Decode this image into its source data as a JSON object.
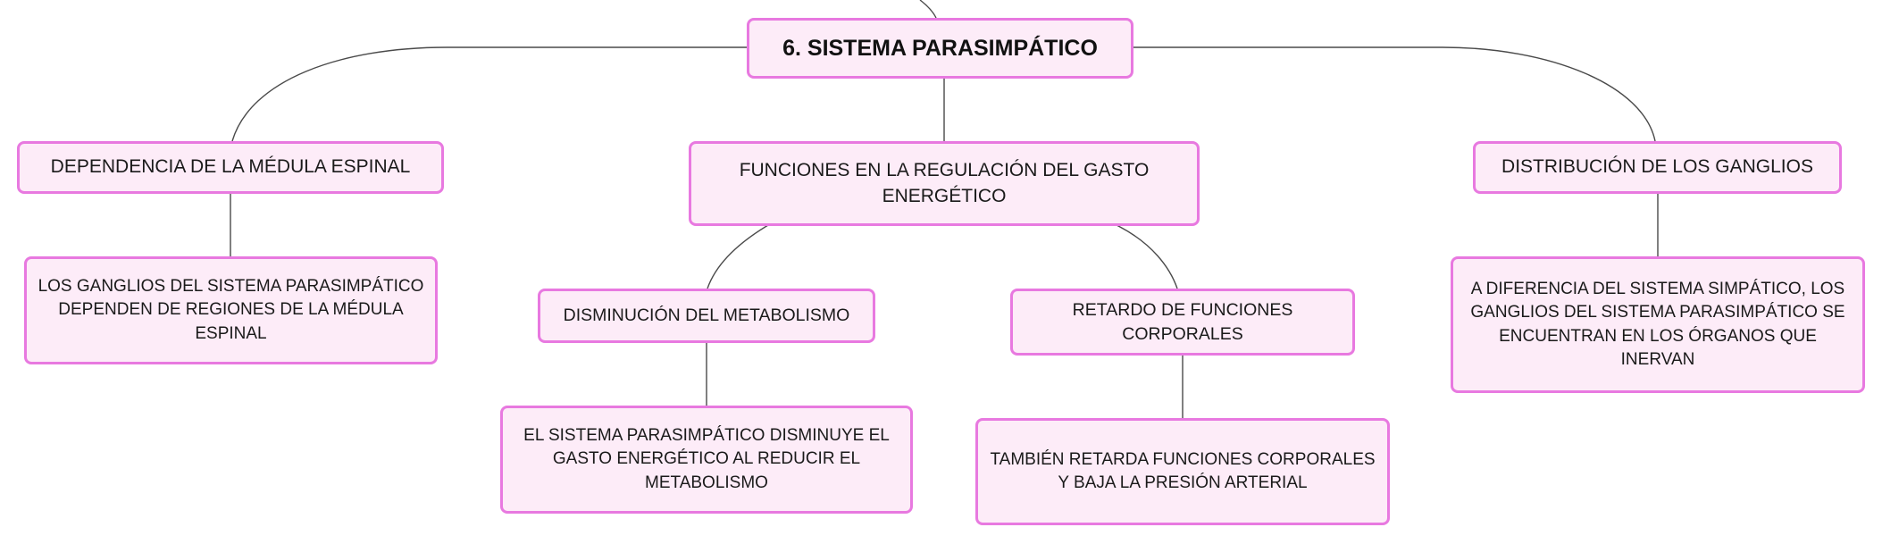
{
  "diagram": {
    "root": {
      "label": "6. SISTEMA PARASIMPÁTICO"
    },
    "branches": [
      {
        "label": "DEPENDENCIA DE LA MÉDULA ESPINAL",
        "details": [
          "LOS GANGLIOS DEL SISTEMA PARASIMPÁTICO DEPENDEN DE REGIONES DE LA MÉDULA ESPINAL"
        ]
      },
      {
        "label": "FUNCIONES EN LA REGULACIÓN DEL GASTO ENERGÉTICO",
        "subbranches": [
          {
            "label": "DISMINUCIÓN DEL METABOLISMO",
            "detail": "EL SISTEMA PARASIMPÁTICO DISMINUYE EL GASTO ENERGÉTICO AL REDUCIR EL METABOLISMO"
          },
          {
            "label": "RETARDO DE FUNCIONES CORPORALES",
            "detail": "TAMBIÉN RETARDA FUNCIONES CORPORALES Y BAJA LA PRESIÓN ARTERIAL"
          }
        ]
      },
      {
        "label": "DISTRIBUCIÓN DE LOS GANGLIOS",
        "details": [
          "A DIFERENCIA DEL SISTEMA SIMPÁTICO, LOS GANGLIOS DEL SISTEMA PARASIMPÁTICO SE ENCUENTRAN EN LOS ÓRGANOS QUE INERVAN"
        ]
      }
    ],
    "colors": {
      "node_fill": "#fdecf8",
      "node_border": "#e879e0",
      "connector": "#4a4a4a"
    }
  }
}
